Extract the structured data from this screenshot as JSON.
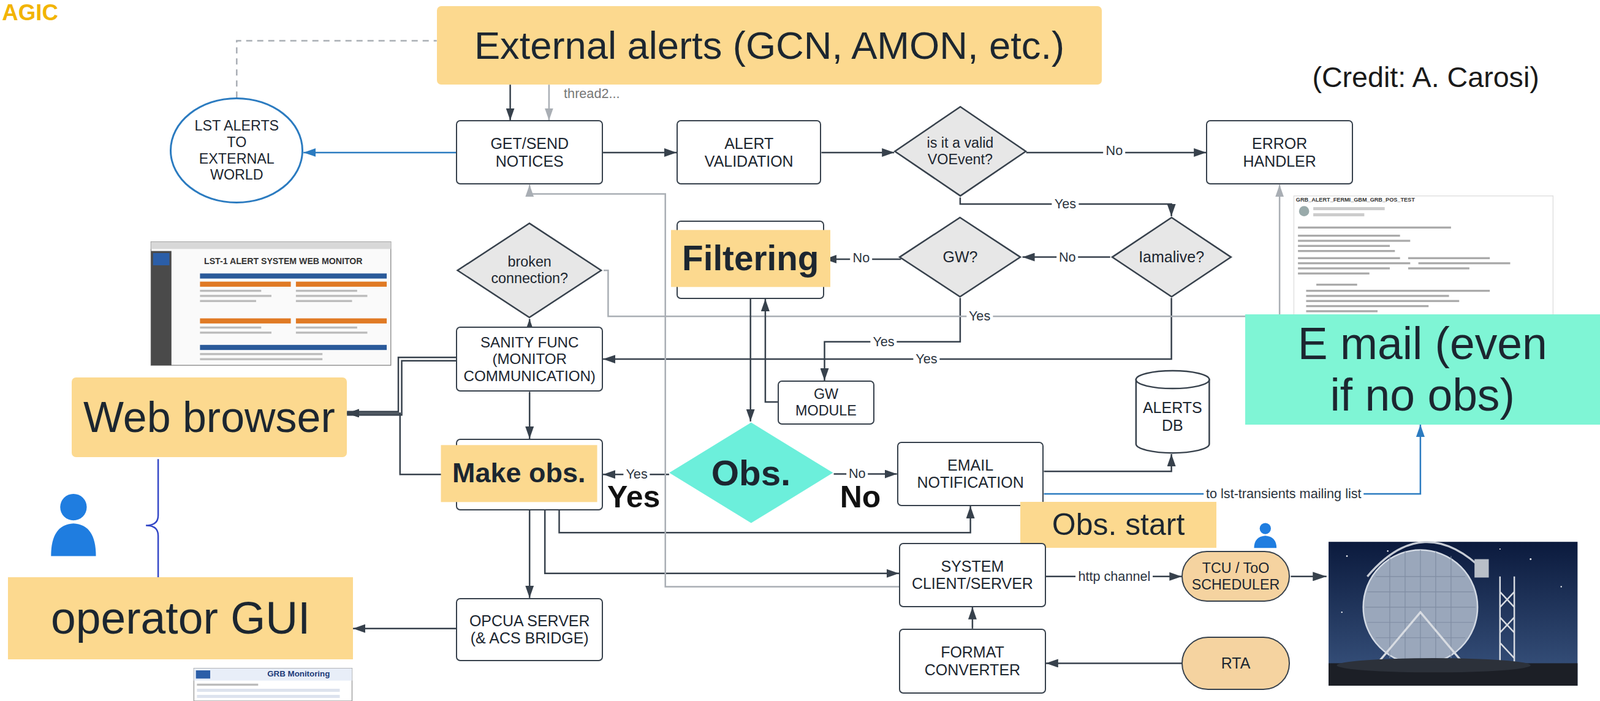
{
  "diagram": {
    "nodes": [
      {
        "text": [
          "External alerts (GCN, AMON, etc.)"
        ]
      },
      {
        "text": [
          "LST ALERTS TO EXTERNAL WORLD"
        ]
      },
      {
        "text": [
          "GET/SEND NOTICES"
        ]
      },
      {
        "text": [
          "ALERT VALIDATION"
        ]
      },
      {
        "text": [
          "is it a valid VOEvent?"
        ]
      },
      {
        "text": [
          "ERROR HANDLER"
        ]
      },
      {
        "text": [
          "broken connection?"
        ]
      },
      {
        "text": [
          "Filtering"
        ]
      },
      {
        "text": [
          "GW?"
        ]
      },
      {
        "text": [
          "Iamalive?"
        ]
      },
      {
        "text": [
          "SANITY FUNC (MONITOR COMMUNICATION)"
        ]
      },
      {
        "text": [
          "GW MODULE"
        ]
      },
      {
        "text": [
          "ALERTS DB"
        ]
      },
      {
        "text": [
          "Web browser"
        ]
      },
      {
        "text": [
          "Make obs."
        ]
      },
      {
        "text": [
          "Obs."
        ]
      },
      {
        "text": [
          "EMAIL NOTIFICATION"
        ]
      },
      {
        "text": [
          "E mail (even if no obs)"
        ]
      },
      {
        "text": [
          "Obs. start"
        ]
      },
      {
        "text": [
          "SYSTEM CLIENT/SERVER"
        ]
      },
      {
        "text": [
          "TCU / ToO SCHEDULER"
        ]
      },
      {
        "text": [
          "operator GUI"
        ]
      },
      {
        "text": [
          "OPCUA SERVER (& ACS BRIDGE)"
        ]
      },
      {
        "text": [
          "FORMAT CONVERTER"
        ]
      },
      {
        "text": [
          "RTA"
        ]
      }
    ],
    "edges": [
      {
        "from": 0,
        "to": 2,
        "arrow": "to"
      },
      {
        "from": 0,
        "to": 2,
        "arrow": "to",
        "label": "thread2..."
      },
      {
        "from": 1,
        "to": 0,
        "arrow": "none"
      },
      {
        "from": 2,
        "to": 1,
        "arrow": "to"
      },
      {
        "from": 2,
        "to": 3,
        "arrow": "to"
      },
      {
        "from": 3,
        "to": 4,
        "arrow": "to"
      },
      {
        "from": 4,
        "to": 5,
        "arrow": "to",
        "label": "No"
      },
      {
        "from": 4,
        "to": 9,
        "arrow": "to",
        "label": "Yes"
      },
      {
        "from": 9,
        "to": 8,
        "arrow": "to",
        "label": "No"
      },
      {
        "from": 8,
        "to": 7,
        "arrow": "to",
        "label": "No"
      },
      {
        "from": 8,
        "to": 11,
        "arrow": "to",
        "label": "Yes"
      },
      {
        "from": 9,
        "to": 10,
        "arrow": "to",
        "label": "Yes"
      },
      {
        "from": 6,
        "to": 5,
        "arrow": "to",
        "label": "Yes"
      },
      {
        "from": 10,
        "to": 6,
        "arrow": "to"
      },
      {
        "from": 11,
        "to": 7,
        "arrow": "to"
      },
      {
        "from": 7,
        "to": 15,
        "arrow": "to"
      },
      {
        "from": 10,
        "to": 13,
        "arrow": "to"
      },
      {
        "from": 14,
        "to": 13,
        "arrow": "to"
      },
      {
        "from": 10,
        "to": 14,
        "arrow": "to"
      },
      {
        "from": 15,
        "to": 14,
        "arrow": "to",
        "label": "Yes"
      },
      {
        "from": 15,
        "to": 16,
        "arrow": "to",
        "label": "No"
      },
      {
        "from": 16,
        "to": 12,
        "arrow": "to"
      },
      {
        "from": 16,
        "to": 17,
        "arrow": "to",
        "label": "to lst-transients mailing list"
      },
      {
        "from": 14,
        "to": 16,
        "arrow": "to"
      },
      {
        "from": 14,
        "to": 19,
        "arrow": "to"
      },
      {
        "from": 14,
        "to": 22,
        "arrow": "to"
      },
      {
        "from": 19,
        "to": 2,
        "arrow": "to"
      },
      {
        "from": 19,
        "to": 20,
        "arrow": "to",
        "label": "http channel"
      },
      {
        "from": 23,
        "to": 19,
        "arrow": "to"
      },
      {
        "from": 24,
        "to": 23,
        "arrow": "to"
      },
      {
        "from": 22,
        "to": 21,
        "arrow": "to"
      }
    ],
    "labels": [
      "AGIC",
      "(Credit: A. Carosi)",
      "LST-1 ALERT SYSTEM WEB MONITOR",
      "GRB_ALERT_FERMI_GBM_GRB_POS_TEST",
      "Yes",
      "No",
      "GRB Monitoring"
    ]
  }
}
